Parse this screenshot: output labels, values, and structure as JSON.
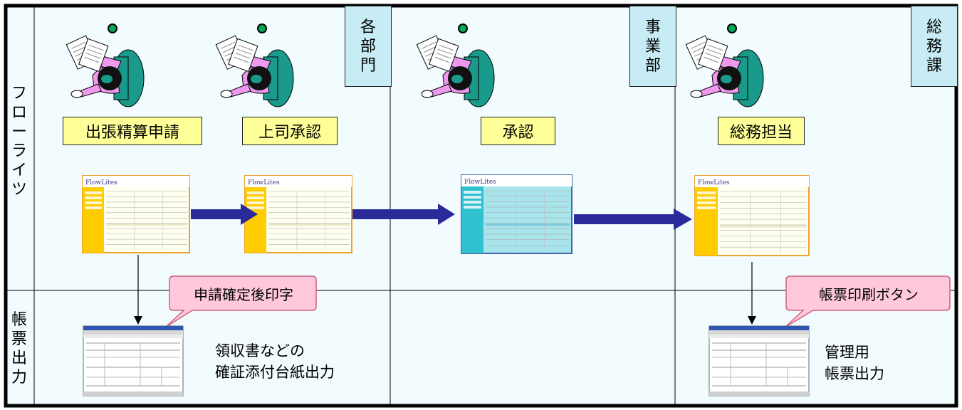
{
  "lanes": {
    "dept": [
      "各",
      "部",
      "門"
    ],
    "division": [
      "事",
      "業",
      "部"
    ],
    "general_affairs": [
      "総",
      "務",
      "課"
    ]
  },
  "rows": {
    "flowlites": [
      "フ",
      "ロ",
      "ー",
      "ラ",
      "イ",
      "ツ"
    ],
    "report_output": [
      "帳",
      "票",
      "出",
      "力"
    ]
  },
  "steps": {
    "apply": "出張精算申請",
    "boss_approve": "上司承認",
    "approve": "承認",
    "ga_staff": "総務担当"
  },
  "callouts": {
    "print_after_confirm": "申請確定後印字",
    "print_button": "帳票印刷ボタン"
  },
  "notes": {
    "receipt_line1": "領収書などの",
    "receipt_line2": "確証添付台紙出力",
    "mgmt_line1": "管理用",
    "mgmt_line2": "帳票出力"
  },
  "form": {
    "brand": "FlowLites"
  },
  "colors": {
    "lane_bg": "#f2fcff",
    "tag_bg": "#c8ecf5",
    "step_bg": "#ffff99",
    "arrow": "#2a2a9a",
    "callout": "#ffc8dc",
    "callout_border": "#d0607a",
    "form_border": "#f0a030",
    "form_sidebar": "#ffcc00",
    "form_bg": "#fffff0",
    "form_teal": "#a8e4ec",
    "form_teal_sidebar": "#30c0d0"
  }
}
